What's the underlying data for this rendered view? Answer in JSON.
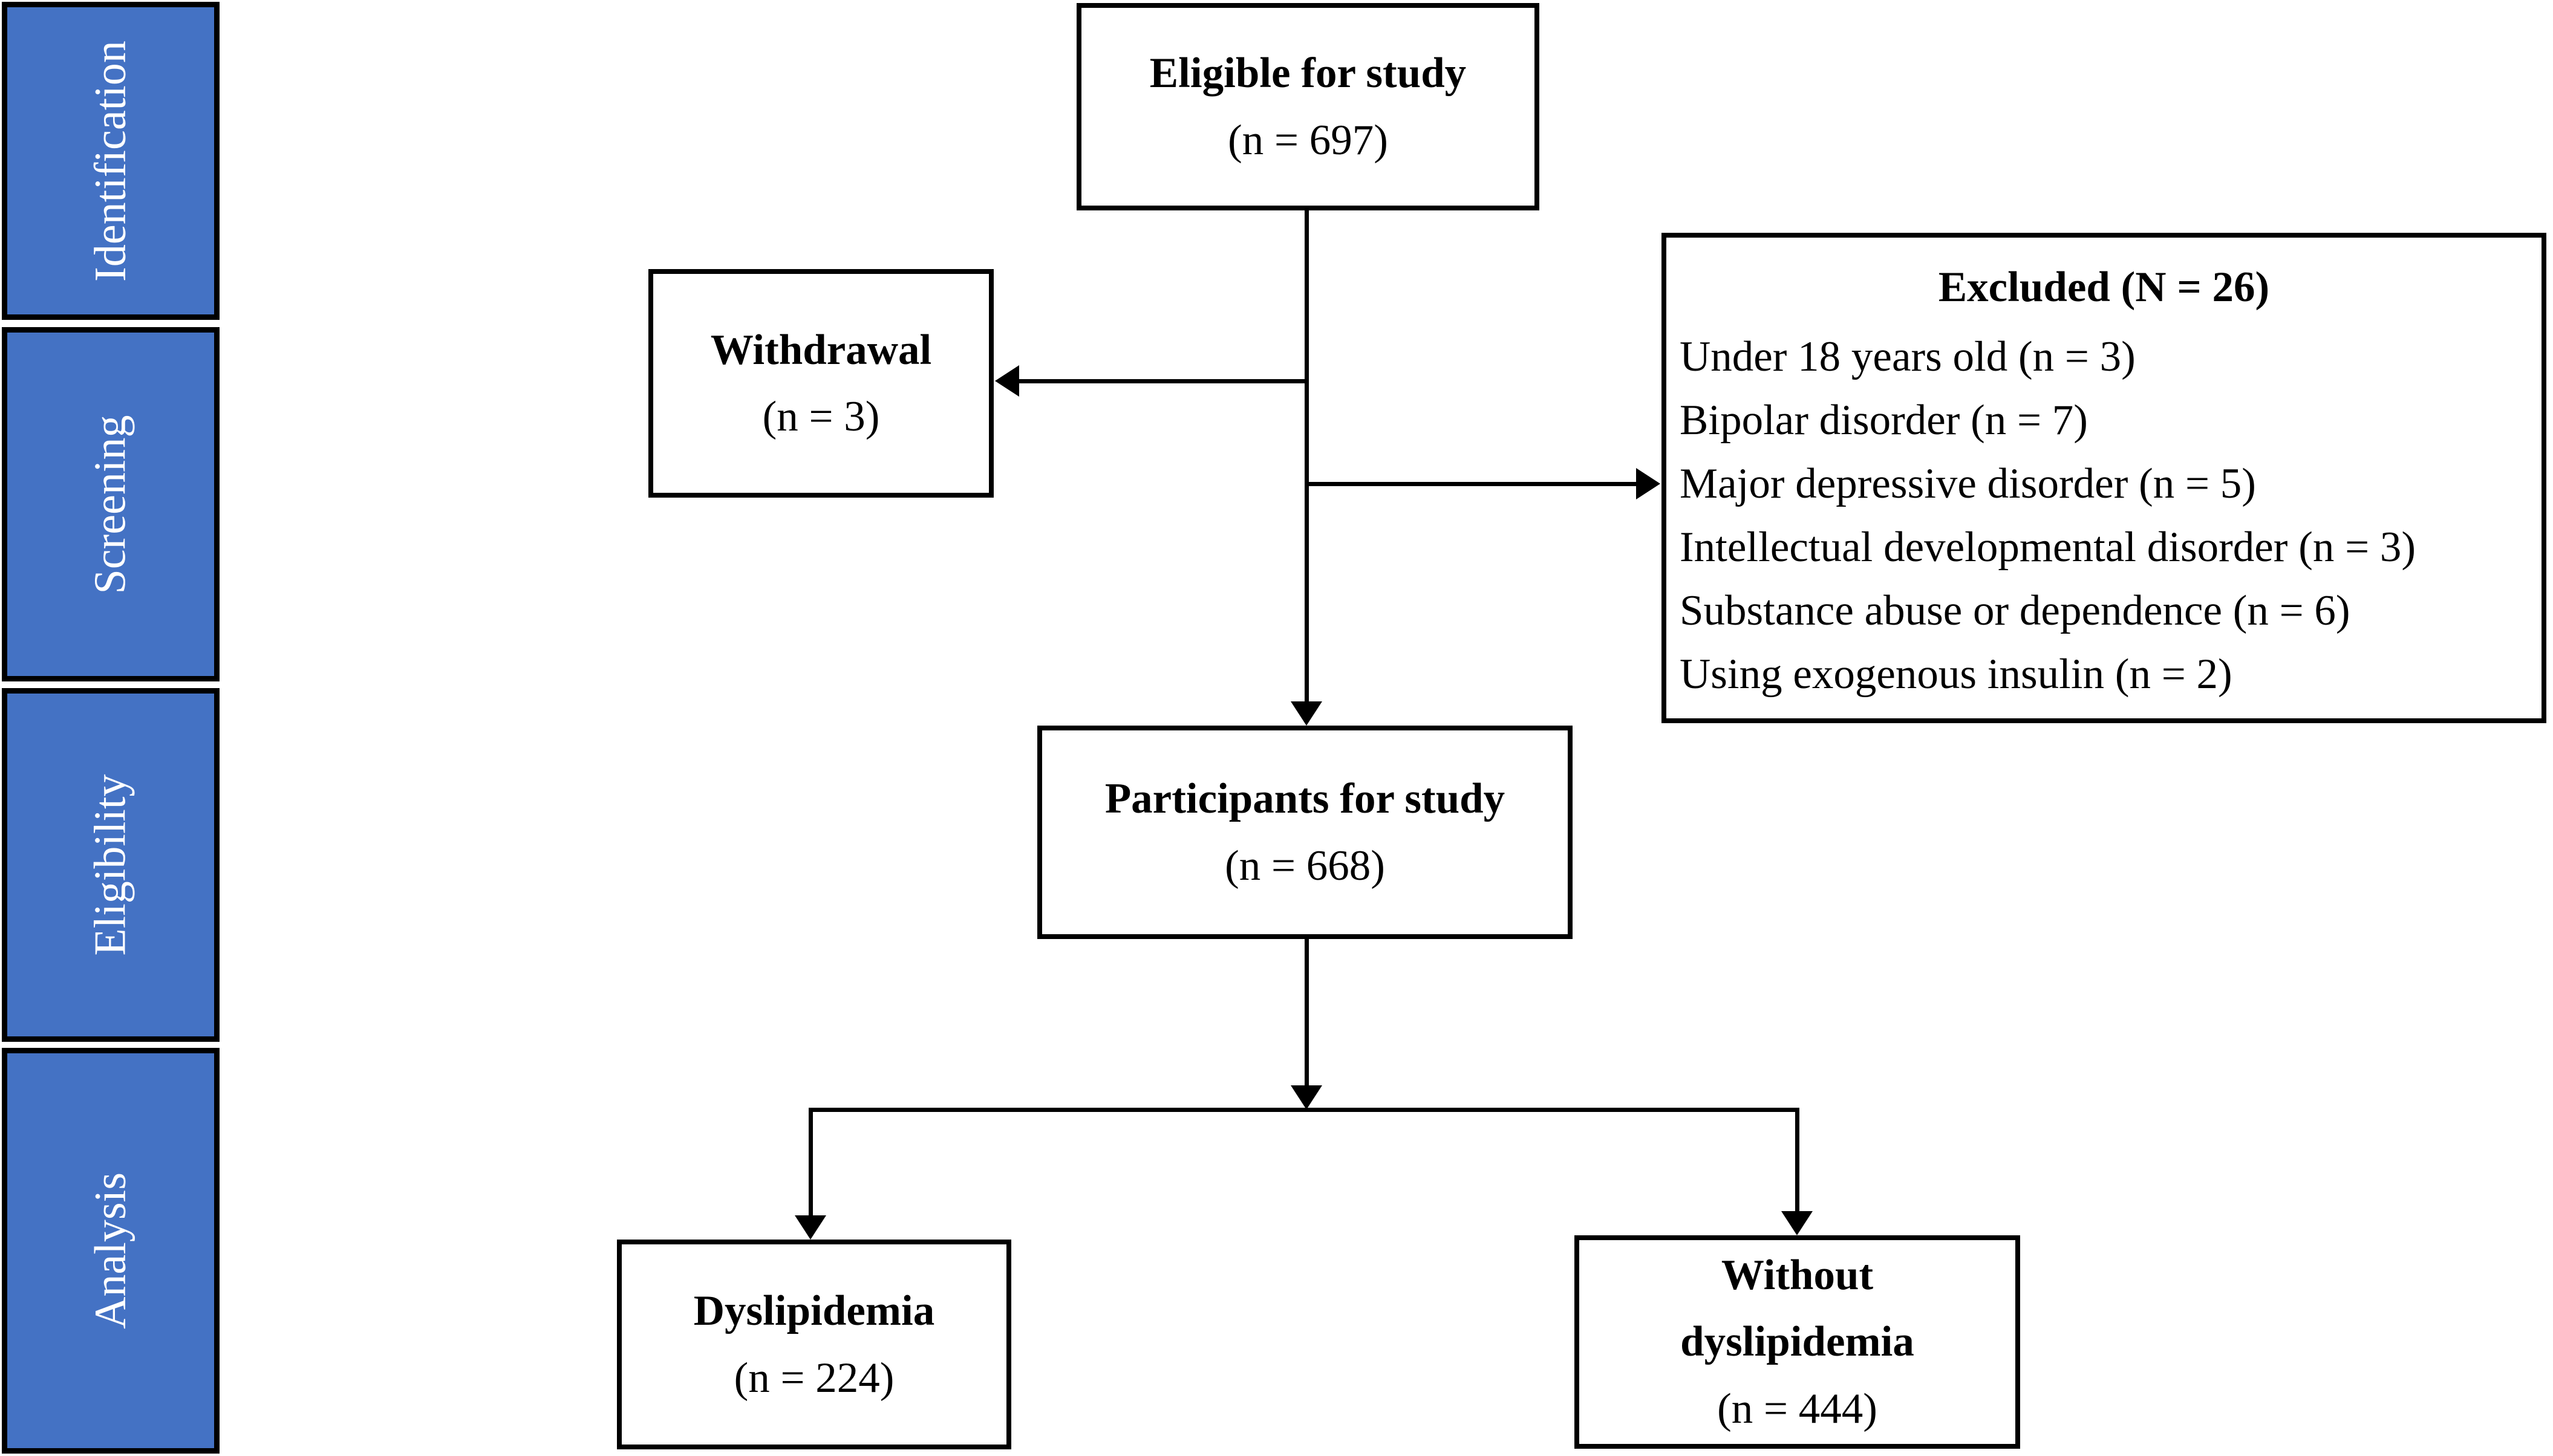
{
  "diagram": {
    "type": "study-flowchart",
    "colors": {
      "stage_bar_fill": "#4472C4",
      "stage_bar_text": "#ffffff",
      "line": "#000000",
      "box_background": "#ffffff"
    },
    "stages": [
      {
        "label": "Identification"
      },
      {
        "label": "Screening"
      },
      {
        "label": "Eligibility"
      },
      {
        "label": "Analysis"
      }
    ],
    "boxes": {
      "eligible": {
        "title": "Eligible for study",
        "count": "(n = 697)"
      },
      "withdrawal": {
        "title": "Withdrawal",
        "count": "(n = 3)"
      },
      "excluded": {
        "title": "Excluded (N = 26)",
        "items": [
          "Under 18 years old (n = 3)",
          "Bipolar disorder (n = 7)",
          "Major depressive disorder (n = 5)",
          "Intellectual developmental disorder (n = 3)",
          "Substance abuse or dependence (n = 6)",
          "Using exogenous insulin (n = 2)"
        ]
      },
      "participants": {
        "title": "Participants for study",
        "count": "(n = 668)"
      },
      "dyslipidemia": {
        "title": "Dyslipidemia",
        "count": "(n = 224)"
      },
      "without_dyslipidemia": {
        "title": "Without dyslipidemia",
        "count": "(n = 444)"
      }
    }
  }
}
